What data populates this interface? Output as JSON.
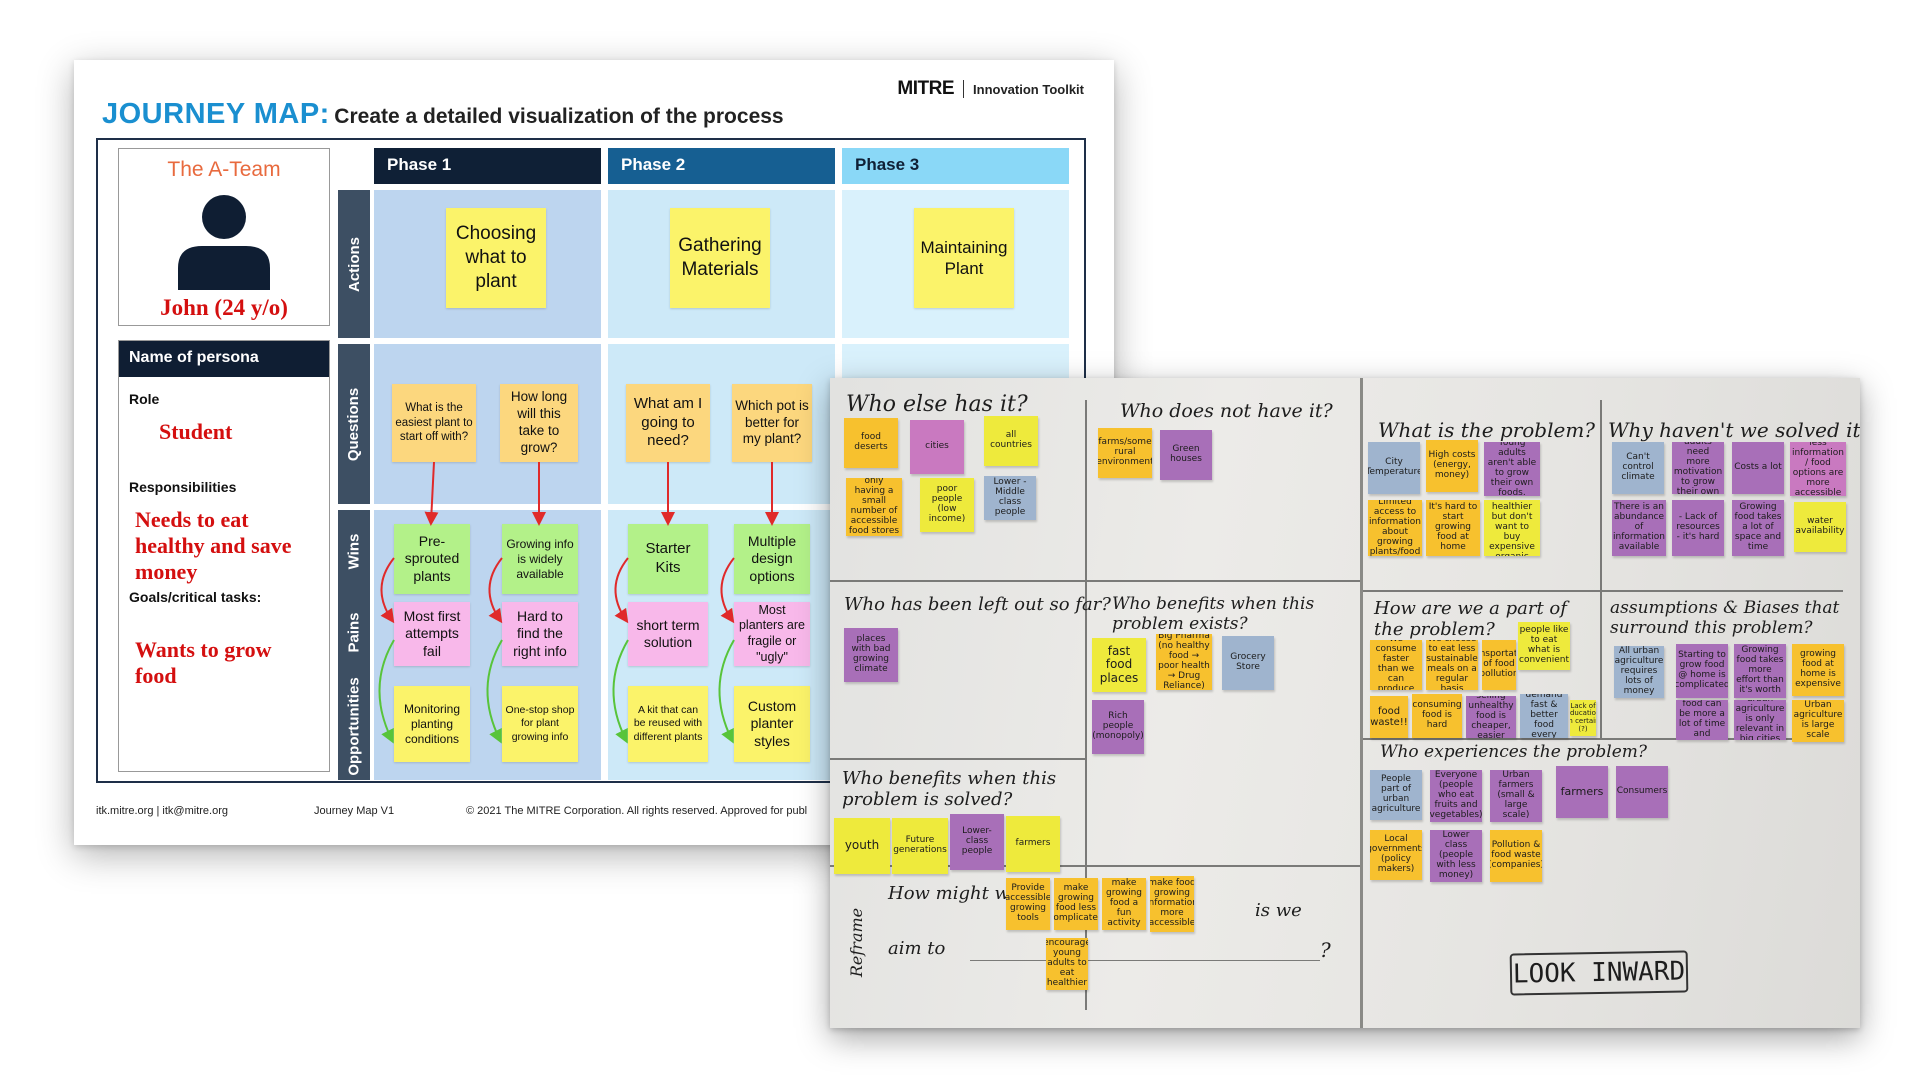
{
  "journey_map": {
    "title_main": "JOURNEY MAP:",
    "title_sub": "Create a detailed visualization of the process",
    "brand_logo": "MITRE",
    "brand_toolkit": "Innovation Toolkit",
    "team_name": "The A-Team",
    "persona_name": "John  (24 y/o)",
    "persona_header": "Name of persona",
    "role_label": "Role",
    "role_value": "Student",
    "responsibilities_label": "Responsibilities",
    "responsibilities_value": "Needs to eat healthy and save money",
    "goals_label": "Goals/critical tasks:",
    "goals_value": "Wants to grow food",
    "phases": [
      "Phase 1",
      "Phase 2",
      "Phase 3"
    ],
    "row_labels": [
      "Actions",
      "Questions",
      "Wins",
      "Pains",
      "Opportunities"
    ],
    "actions": [
      "Choosing what to plant",
      "Gathering Materials",
      "Maintaining Plant"
    ],
    "questions": [
      "What is the easiest plant to start off with?",
      "How long will this take to grow?",
      "What am I going to need?",
      "Which pot is better for my plant?"
    ],
    "wins": [
      "Pre-sprouted plants",
      "Growing info is widely available",
      "Starter Kits",
      "Multiple design options"
    ],
    "pains": [
      "Most first attempts fail",
      "Hard to find the right info",
      "short term solution",
      "Most planters are fragile or \"ugly\""
    ],
    "opportunities": [
      "Monitoring planting conditions",
      "One-stop shop for plant growing info",
      "A kit that can be reused with different plants",
      "Custom planter styles"
    ],
    "footer_left": "itk.mitre.org | itk@mitre.org",
    "footer_mid": "Journey Map V1",
    "footer_right": "© 2021 The MITRE Corporation. All rights reserved. Approved for publ"
  },
  "whiteboard": {
    "headings": {
      "who_else": "Who else has it?",
      "who_not": "Who does not have it?",
      "what_problem": "What is the problem?",
      "why_not_solved": "Why haven't we solved it?",
      "left_out": "Who has been left out so far?",
      "benefits_exists": "Who benefits when this problem exists?",
      "part_of": "How are we a part of the problem?",
      "assumptions": "assumptions & Biases that surround this problem?",
      "who_experiences": "Who experiences the problem?",
      "benefits_solved": "Who benefits when this problem is solved?",
      "how_might_we": "How might we",
      "is_we": "is we",
      "aim_to": "aim to",
      "question_mark": "?",
      "reframe": "Reframe",
      "look_inward": "LOOK INWARD"
    },
    "notes": {
      "who_else": [
        "food deserts",
        "cities",
        "all countries",
        "only having a small number of accessible food stores",
        "poor people (low income)",
        "Lower - Middle class people"
      ],
      "who_not": [
        "farms/some rural environment",
        "Green houses"
      ],
      "what_problem": [
        "City Temperature",
        "High costs (energy, money)",
        "Young adults aren't able to grow their own foods.",
        "Limited access to information about growing plants/food",
        "It's hard to start growing food at home",
        "people want to eat healthier but don't want to buy expensive organic food"
      ],
      "why_not": [
        "Can't control climate",
        "Young adults need more motivation to grow their own food",
        "Costs a lot",
        "less information / food options are more accessible",
        "There is an abundance of information available",
        "- Lack of resources - it's hard",
        "Growing food takes a lot of space and time",
        "water availability"
      ],
      "left_out": [
        "places with bad growing climate"
      ],
      "benefits_exists": [
        "fast food places",
        "Big Pharma (no healthy food → poor health → Drug Reliance)",
        "Grocery Store",
        "Rich people (monopoly)"
      ],
      "part_of": [
        "We consume faster than we can produce",
        "We choose to eat less sustainable meals on a regular basis",
        "transportation of food pollution",
        "people like to eat what is convenient",
        "food waste!!",
        "consuming food is hard",
        "selling unhealthy food is cheaper, easier",
        "We demand fast & better food every day",
        "Lack of education in certain (?)"
      ],
      "assumptions": [
        "All urban agriculture requires lots of money",
        "Starting to grow food @ home is complicated",
        "growing food at home is expensive",
        "Growing food can be more a lot of time and money",
        "Growing food takes more effort than it's worth",
        "urban agriculture is only relevant in big cities",
        "Urban agriculture is large scale"
      ],
      "who_experiences": [
        "People part of urban agriculture",
        "Everyone (people who eat fruits and vegetables)",
        "Urban farmers (small & large scale)",
        "farmers",
        "Consumers",
        "Local governments (policy makers)",
        "Lower class (people with less money)",
        "Pollution & food waste (companies)"
      ],
      "benefits_solved": [
        "youth",
        "Future generations",
        "Lower-class people",
        "farmers"
      ],
      "hmw": [
        "Provide accessible growing tools",
        "make growing food less complicated",
        "make growing food a fun activity",
        "make food growing information more accessible",
        "encourage young adults to eat healthier"
      ]
    }
  }
}
